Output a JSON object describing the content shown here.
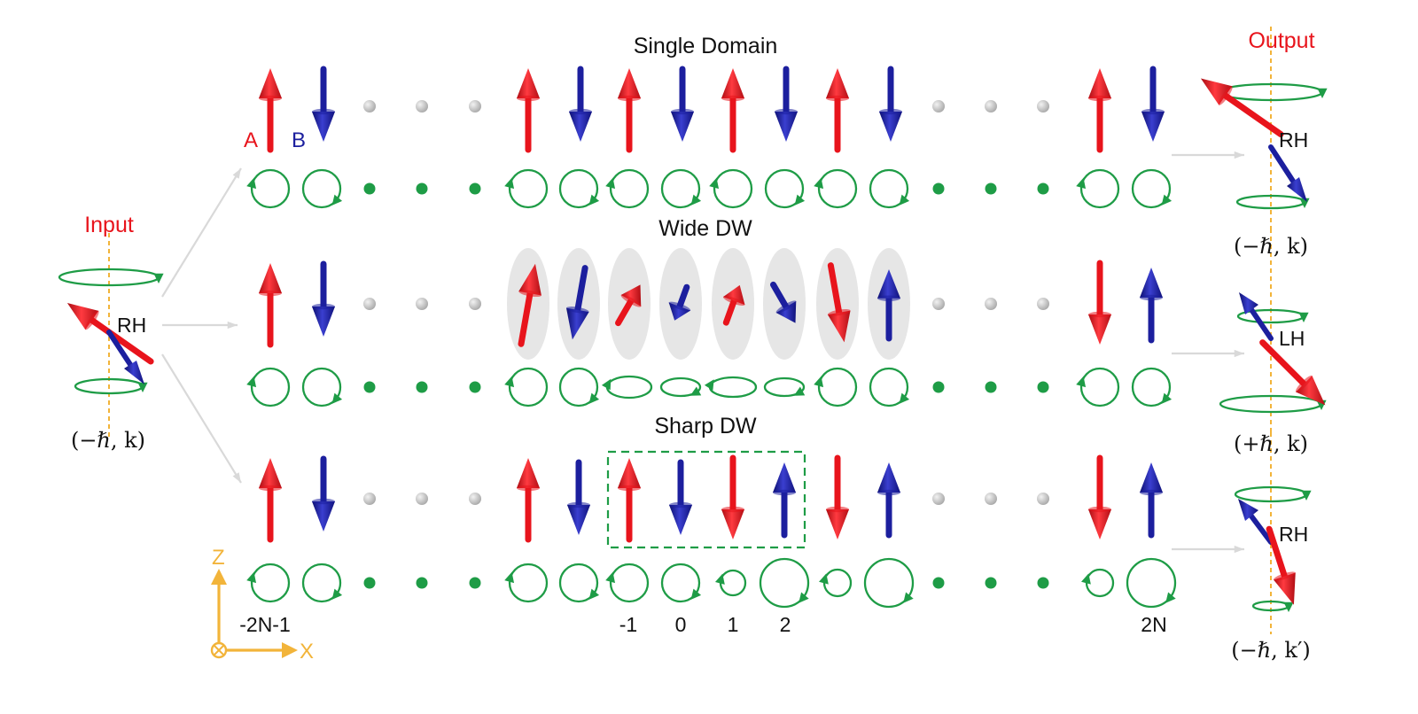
{
  "colors": {
    "sublattice_a": "#e8141c",
    "sublattice_b": "#1c1f9e",
    "precession": "#1e9c46",
    "chain_dot": "#c8c8c8",
    "guide_line": "#f2b43a",
    "flow_arrow": "#d9d9d9",
    "coordinate_axes": "#f2b43a",
    "title_red": "#e8141c"
  },
  "rows": [
    {
      "title": "Single Domain"
    },
    {
      "title": "Wide DW"
    },
    {
      "title": "Sharp DW"
    }
  ],
  "input": {
    "title": "Input",
    "mode": "RH",
    "state": "(−ℏ, k)"
  },
  "output": {
    "title": "Output",
    "items": [
      {
        "mode": "RH",
        "state": "(−ℏ, k)"
      },
      {
        "mode": "LH",
        "state": "(+ℏ, k)"
      },
      {
        "mode": "RH",
        "state": "(−ℏ, k′)"
      }
    ]
  },
  "sublattice_labels": {
    "a": "A",
    "b": "B"
  },
  "site_indices": [
    "-2N-1",
    "-1",
    "0",
    "1",
    "2",
    "2N"
  ],
  "axes": {
    "z": "Z",
    "x": "X"
  },
  "icons": [
    "spin-arrow-icon",
    "precession-circle-icon",
    "dashed-box-icon",
    "axis-icon"
  ]
}
